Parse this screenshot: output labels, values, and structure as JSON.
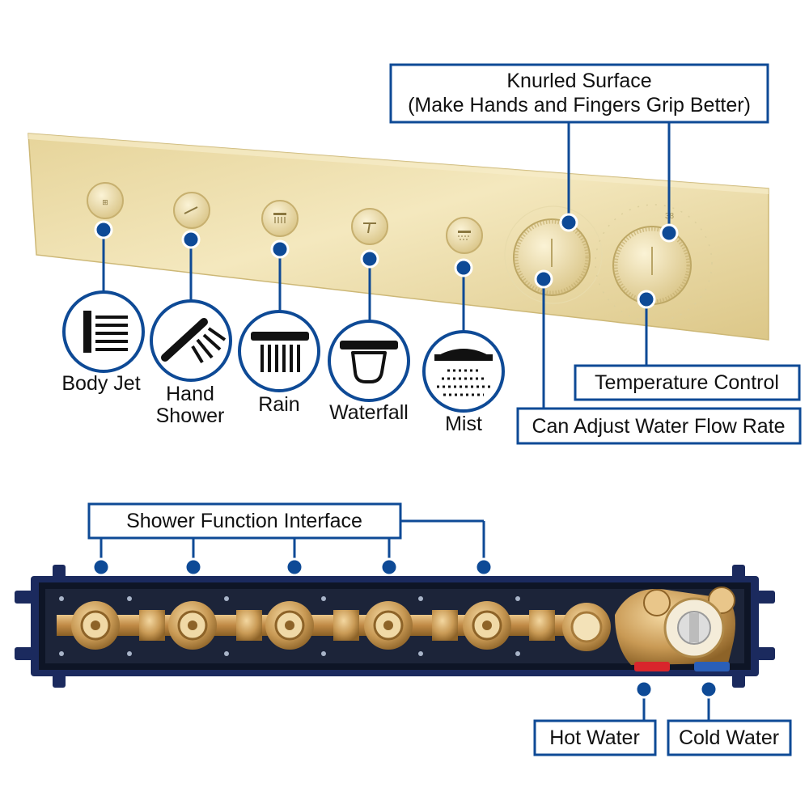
{
  "callouts": {
    "knurled_line1": "Knurled Surface",
    "knurled_line2": "(Make Hands and Fingers Grip Better)",
    "temperature": "Temperature Control",
    "flow": "Can Adjust Water Flow Rate",
    "interface": "Shower Function Interface",
    "hot": "Hot Water",
    "cold": "Cold Water"
  },
  "functions": [
    {
      "label": "Body Jet",
      "icon": "body-jet-icon"
    },
    {
      "label_line1": "Hand",
      "label_line2": "Shower",
      "icon": "hand-shower-icon"
    },
    {
      "label": "Rain",
      "icon": "rain-icon"
    },
    {
      "label": "Waterfall",
      "icon": "waterfall-icon"
    },
    {
      "label": "Mist",
      "icon": "mist-icon"
    }
  ],
  "dial_mark": "38",
  "colors": {
    "accent": "#0e4a96",
    "brushed_gold": "#e9d9a0",
    "box_frame": "#1b2a5e",
    "brass": "#c89a55",
    "hot_cap": "#d9262c",
    "cold_cap": "#2a5fb8"
  }
}
